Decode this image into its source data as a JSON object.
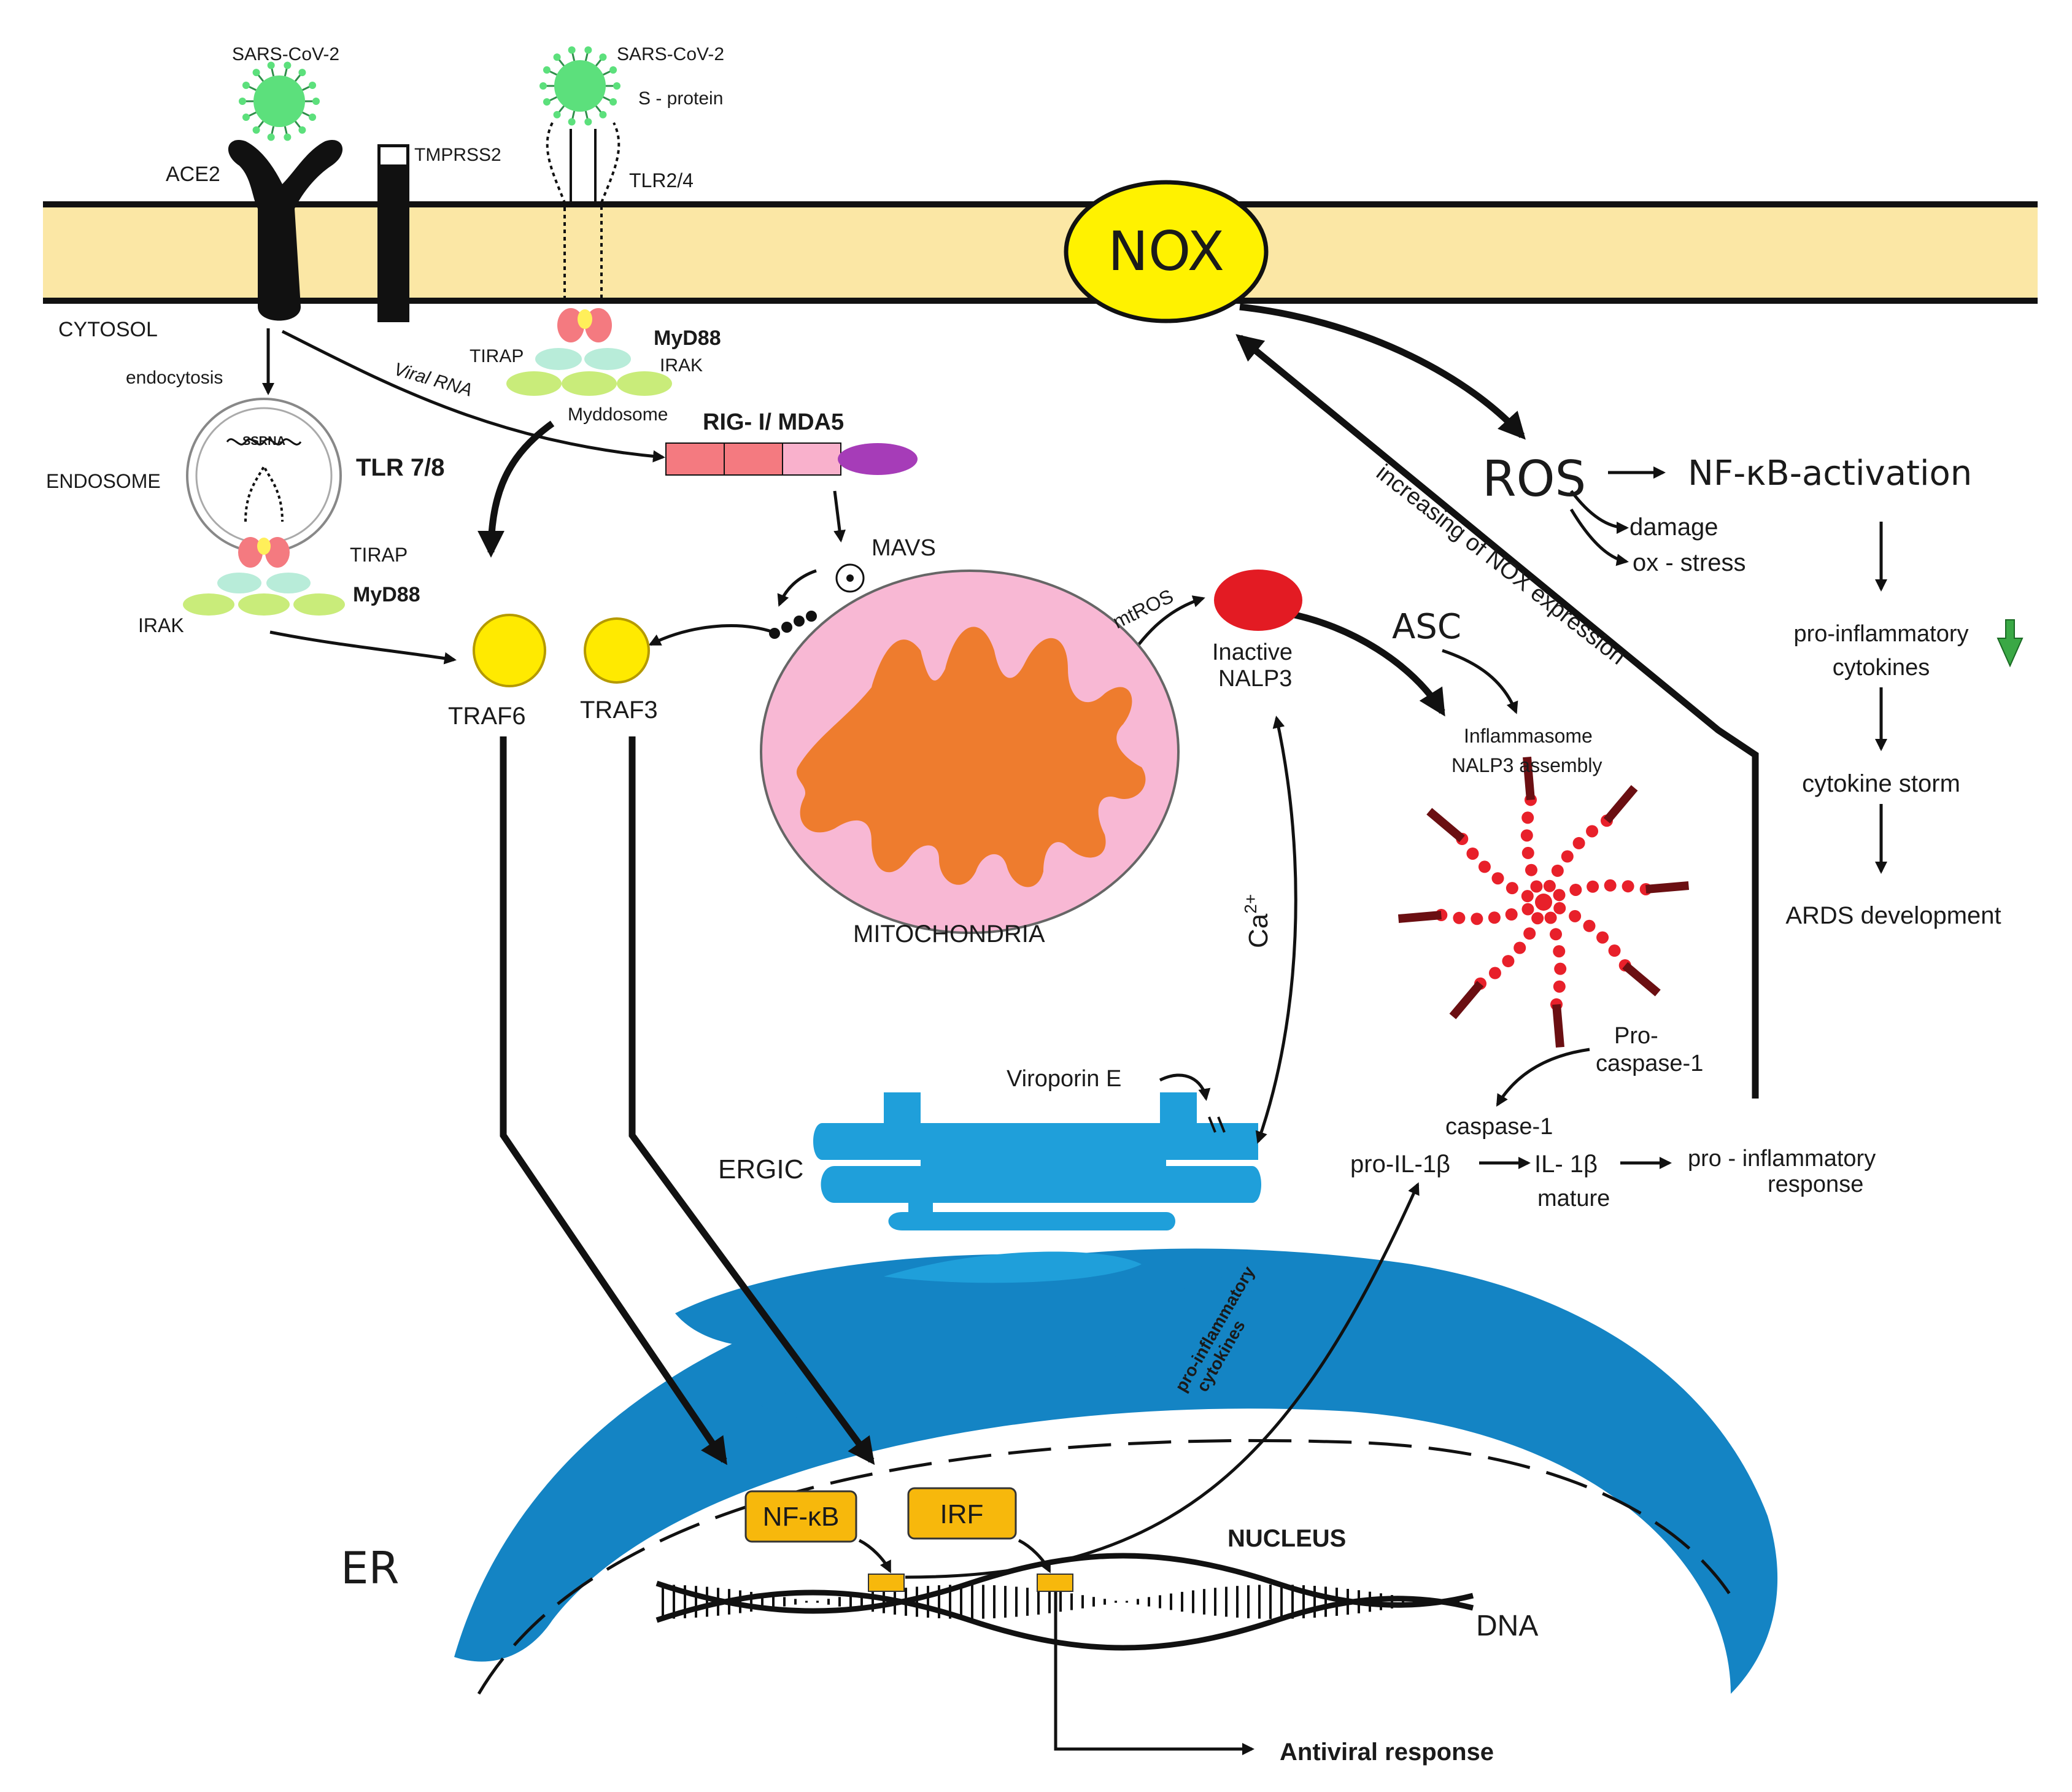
{
  "labels": {
    "sars1": "SARS-CoV-2",
    "sars2": "SARS-CoV-2",
    "sprotein": "S - protein",
    "ace2": "ACE2",
    "tmprss2": "TMPRSS2",
    "tlr24": "TLR2/4",
    "nox": "NOX",
    "cytosol": "CYTOSOL",
    "endocytosis": "endocytosis",
    "viral_rna": "Viral  RNA",
    "tirap1": "TIRAP",
    "myd88_1": "MyD88",
    "irak1": "IRAK",
    "myddosome": "Myddosome",
    "endosome": "ENDOSOME",
    "ssrna": "SSRNA",
    "tlr78": "TLR 7/8",
    "tirap2": "TIRAP",
    "myd88_2": "MyD88",
    "irak2": "IRAK",
    "rig": "RIG- I/ MDA5",
    "mavs": "MAVS",
    "traf6": "TRAF6",
    "traf3": "TRAF3",
    "mitochondria": "MITOCHONDRIA",
    "mtros": "mtROS",
    "inactive": "Inactive",
    "nalp3": "NALP3",
    "asc": "ASC",
    "inflammasome": "Inflammasome",
    "nalp3_assembly": "NALP3 assembly",
    "ros": "ROS",
    "nfkb_activation": "NF-κB-activation",
    "damage": "damage",
    "ox_stress": "ox - stress",
    "nox_expression": "increasing of NOX expression",
    "proinfl_cytokines_a": "pro-inflammatory",
    "proinfl_cytokines_b": "cytokines",
    "cytokine_storm": "cytokine storm",
    "ards": "ARDS development",
    "ca": "Ca",
    "ca_sup": "2+",
    "viroporin": "Viroporin E",
    "ergic": "ERGIC",
    "pro": "Pro-",
    "procaspase": "caspase-1",
    "caspase1": "caspase-1",
    "proil1b": "pro-IL-1β",
    "il1b": "IL- 1β",
    "mature": "mature",
    "proinfl_response_a": "pro - inflammatory",
    "proinfl_response_b": "response",
    "er": "ER",
    "nucleus": "NUCLEUS",
    "nfkb_box": "NF-κB",
    "irf_box": "IRF",
    "dna": "DNA",
    "cyt_rot_a": "pro-inflammatory",
    "cyt_rot_b": "cytokines",
    "antiviral": "Antiviral response"
  },
  "colors": {
    "membrane": "#fbe7a5",
    "nox": "#fff200",
    "virus": "#5ce07c",
    "traf": "#ffea00",
    "mito_outer": "#f8b8d4",
    "mito_inner": "#ee7c2e",
    "nalp3": "#e31b23",
    "er": "#1484c4",
    "ergic": "#1f9fda",
    "tf_box": "#f7b80c",
    "rig_red": "#f47a80",
    "rig_pink": "#f9b1cc",
    "rig_purple": "#a63cb8",
    "inflammasome": "#e8202a",
    "arrow_up": "#3aa845"
  }
}
